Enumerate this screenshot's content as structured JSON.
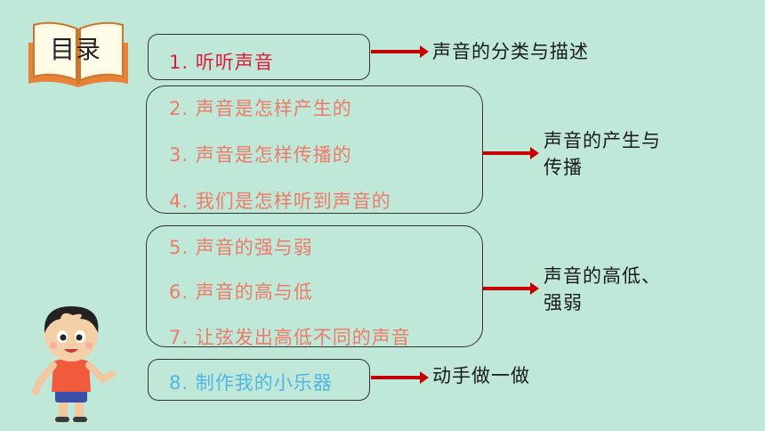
{
  "badge": {
    "title": "目录",
    "icon": "book-icon"
  },
  "sections": [
    {
      "items": [
        "1.  听听声音"
      ],
      "label": "声音的分类与描述"
    },
    {
      "items": [
        "2.  声音是怎样产生的",
        "3.  声音是怎样传播的",
        "4.  我们是怎样听到声音的"
      ],
      "label_lines": [
        "声音的产生与",
        "传播"
      ]
    },
    {
      "items": [
        "5.  声音的强与弱",
        "6.  声音的高与低",
        "7. 让弦发出高低不同的声音"
      ],
      "label_lines": [
        "声音的高低、",
        "强弱"
      ]
    },
    {
      "items": [
        "8.  制作我的小乐器"
      ],
      "label": "动手做一做"
    }
  ],
  "colors": {
    "background": "#bfe8d8",
    "red": "#e0193a",
    "salmon": "#ee7a67",
    "blue": "#4fb6e6",
    "arrow": "#c40000"
  },
  "illustration": {
    "icon": "cartoon-boy-icon"
  }
}
